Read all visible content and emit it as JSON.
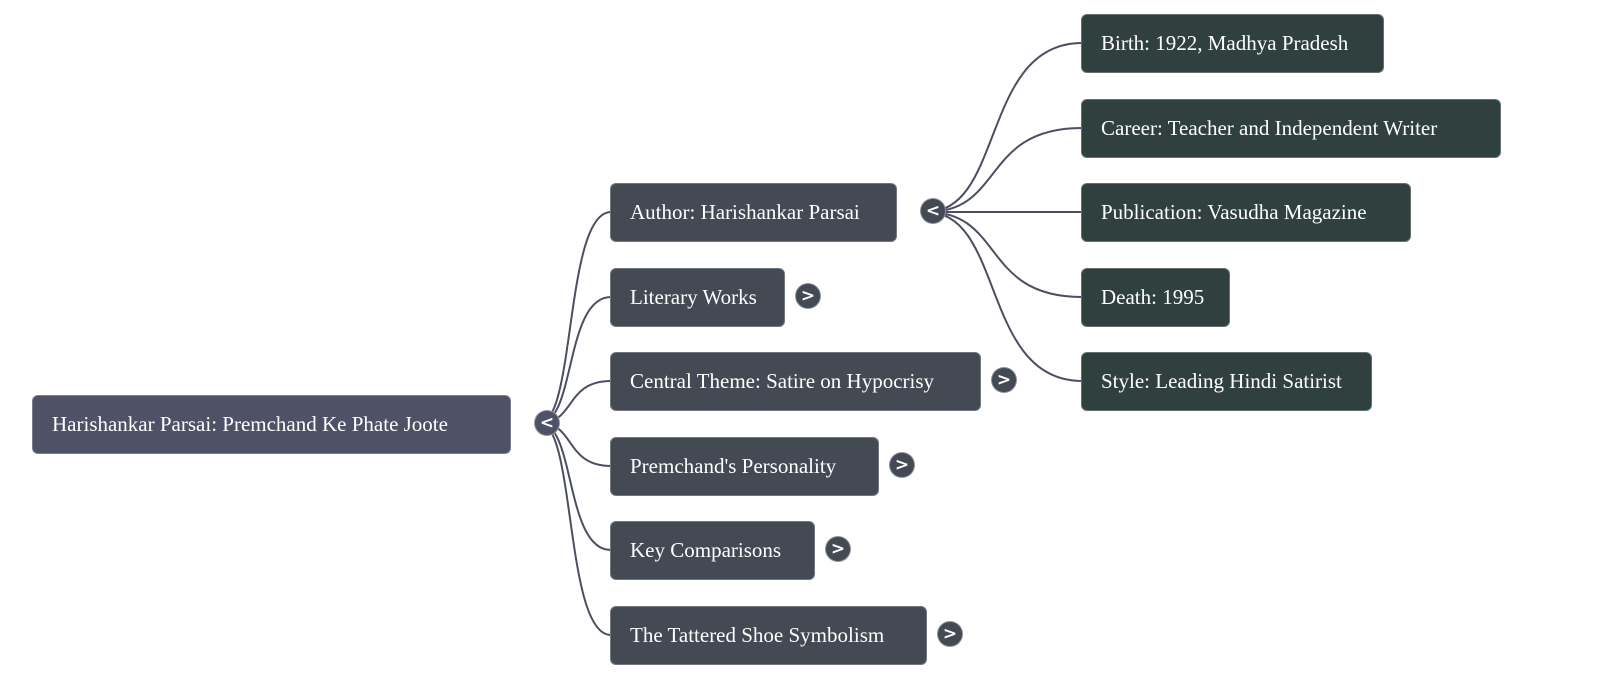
{
  "mindmap": {
    "root": {
      "label": "Harishankar Parsai: Premchand Ke Phate Joote",
      "toggle": "<",
      "expanded": true
    },
    "branches": [
      {
        "label": "Author: Harishankar Parsai",
        "toggle": "<",
        "expanded": true,
        "children": [
          {
            "label": "Birth: 1922, Madhya Pradesh"
          },
          {
            "label": "Career: Teacher and Independent Writer"
          },
          {
            "label": "Publication: Vasudha Magazine"
          },
          {
            "label": "Death: 1995"
          },
          {
            "label": "Style: Leading Hindi Satirist"
          }
        ]
      },
      {
        "label": "Literary Works",
        "toggle": ">",
        "expanded": false
      },
      {
        "label": "Central Theme: Satire on Hypocrisy",
        "toggle": ">",
        "expanded": false
      },
      {
        "label": "Premchand's Personality",
        "toggle": ">",
        "expanded": false
      },
      {
        "label": "Key Comparisons",
        "toggle": ">",
        "expanded": false
      },
      {
        "label": "The Tattered Shoe Symbolism",
        "toggle": ">",
        "expanded": false
      }
    ],
    "colors": {
      "root": "#4f5166",
      "level1": "#434a54",
      "level2": "#2f403e",
      "link": "#4b4f63"
    }
  }
}
